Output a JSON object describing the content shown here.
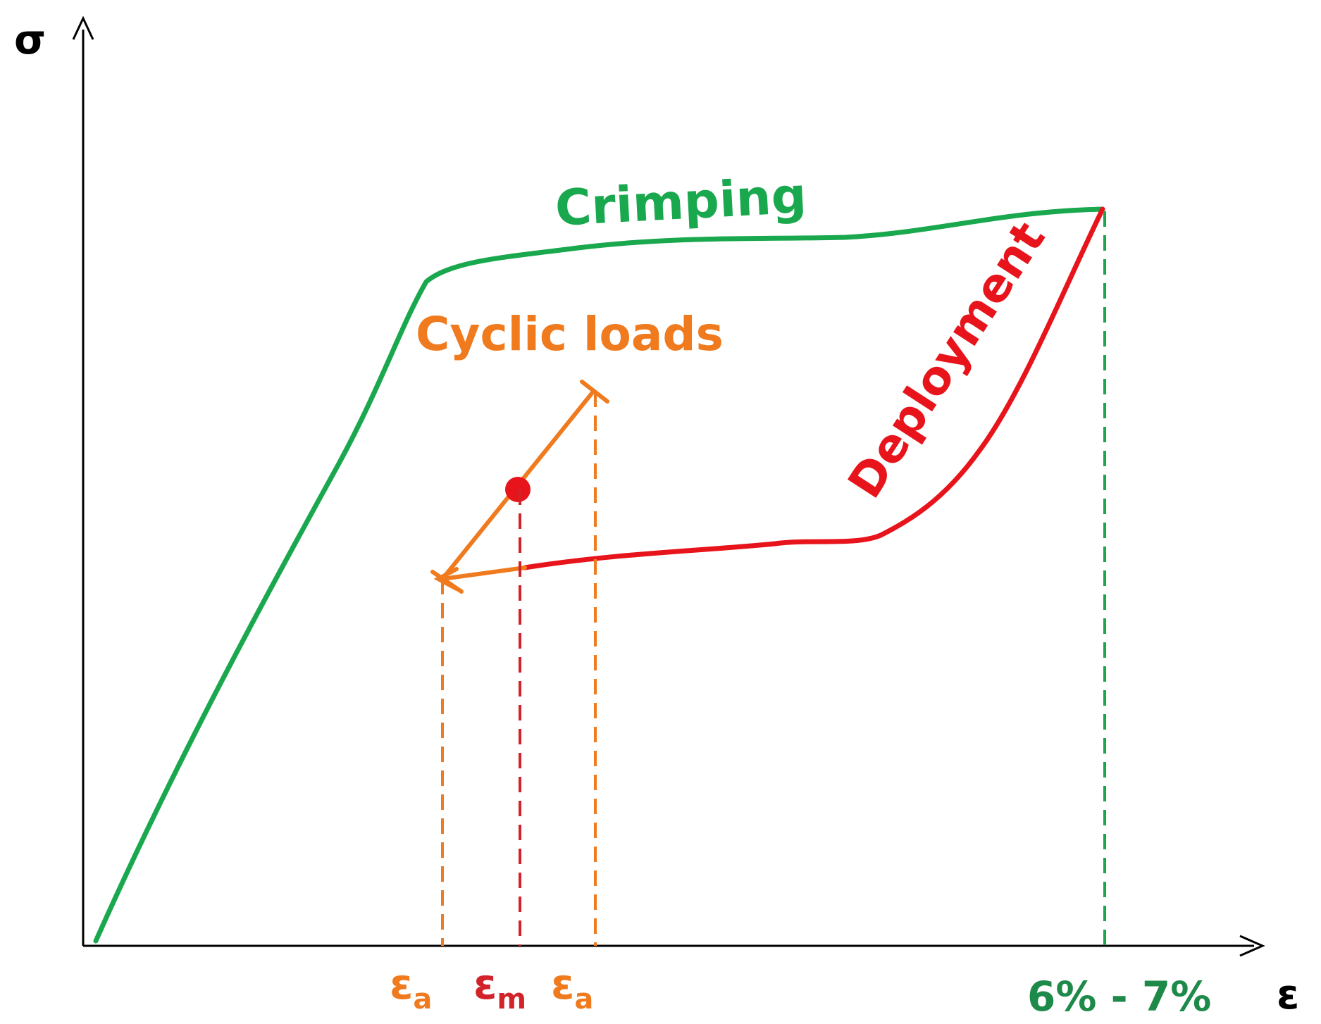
{
  "axes": {
    "y_label": "σ",
    "x_label": "ε"
  },
  "curves": {
    "crimping": {
      "label": "Crimping",
      "color": "#1aa84e"
    },
    "deployment": {
      "label": "Deployment",
      "color": "#e8141b"
    },
    "cyclic": {
      "label": "Cyclic loads",
      "color": "#f07a1e"
    }
  },
  "ticks": {
    "eps_a_left": {
      "base": "ε",
      "sub": "a"
    },
    "eps_m": {
      "base": "ε",
      "sub": "m"
    },
    "eps_a_right": {
      "base": "ε",
      "sub": "a"
    },
    "strain_range": "6% - 7%"
  },
  "colors": {
    "axis": "#000000",
    "tick_green": "#1e8a4a",
    "tick_red": "#d2232a",
    "tick_orange": "#f07a1e"
  }
}
